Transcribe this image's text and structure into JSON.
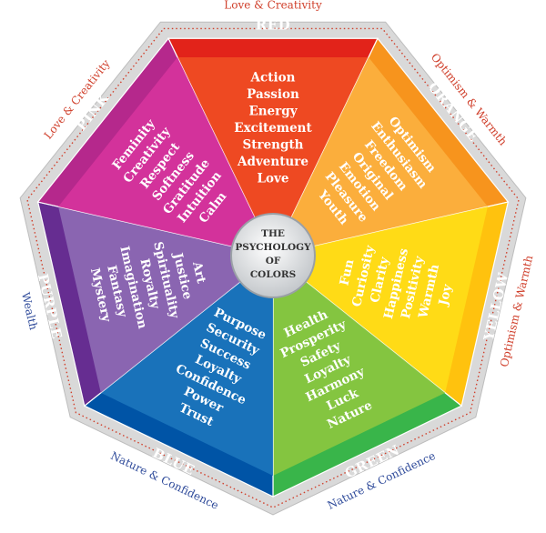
{
  "center": {
    "lines": [
      "THE",
      "PSYCHOLOGY",
      "OF",
      "COLORS"
    ]
  },
  "segments": [
    {
      "key": "red",
      "name": "RED",
      "color": "#e2231a",
      "light": "#f04e23",
      "words": [
        "Action",
        "Passion",
        "Energy",
        "Excitement",
        "Strength",
        "Adventure",
        "Love"
      ]
    },
    {
      "key": "orange",
      "name": "ORANGE",
      "color": "#f7941d",
      "light": "#fbb040",
      "words": [
        "Optimism",
        "Enthusiasm",
        "Freedom",
        "Original",
        "Emotion",
        "Pleasure",
        "Youth"
      ]
    },
    {
      "key": "yellow",
      "name": "YELLOW",
      "color": "#ffc20e",
      "light": "#ffde17",
      "words": [
        "Joy",
        "Warmth",
        "Positivity",
        "Happiness",
        "Clarity",
        "Curiosity",
        "Fun"
      ]
    },
    {
      "key": "green",
      "name": "GREEN",
      "color": "#39b54a",
      "light": "#8dc63f",
      "words": [
        "Nature",
        "Luck",
        "Harmony",
        "Loyalty",
        "Safety",
        "Prosperity",
        "Health"
      ]
    },
    {
      "key": "blue",
      "name": "BLUE",
      "color": "#0054a6",
      "light": "#1c75bc",
      "words": [
        "Trust",
        "Power",
        "Confidence",
        "Loyalty",
        "Success",
        "Security",
        "Purpose"
      ]
    },
    {
      "key": "purple",
      "name": "PURPLE",
      "color": "#662d91",
      "light": "#8e6bb5",
      "words": [
        "Mystery",
        "Fantasy",
        "Imagination",
        "Royalty",
        "Spirituality",
        "Justice",
        "Art"
      ]
    },
    {
      "key": "pink",
      "name": "PINK",
      "color": "#b5288c",
      "light": "#d6339c",
      "words": [
        "Feminity",
        "Creativity",
        "Respect",
        "Softness",
        "Gratitude",
        "Intuition",
        "Calm"
      ]
    }
  ],
  "rim_labels": [
    {
      "text": "Love & Creativity",
      "color": "#d0402c"
    },
    {
      "text": "Optimism & Warmth",
      "color": "#d0402c"
    },
    {
      "text": "Optimism & Warmth",
      "color": "#d0402c"
    },
    {
      "text": "Nature & Confidence",
      "color": "#2e4a9a"
    },
    {
      "text": "Nature & Confidence",
      "color": "#2e4a9a"
    },
    {
      "text": "Wealth",
      "color": "#2e4a9a"
    },
    {
      "text": "Love & Creativity",
      "color": "#d0402c"
    }
  ],
  "dotted_color": "#d0402c",
  "rim_color": "#d9d9d9"
}
